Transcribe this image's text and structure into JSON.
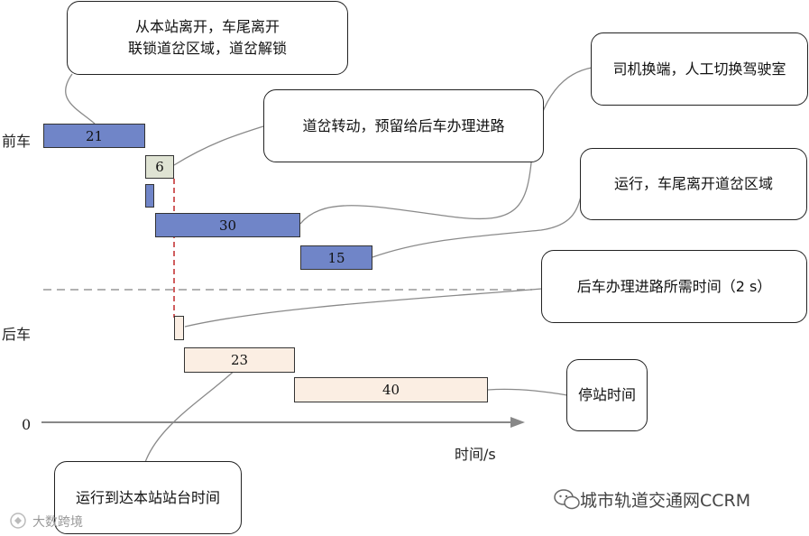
{
  "rows": {
    "front_label": "前车",
    "back_label": "后车",
    "zero_label": "0"
  },
  "axis": {
    "xlabel": "时间/s"
  },
  "bars": {
    "b21": "21",
    "b6": "6",
    "b30": "30",
    "b15": "15",
    "b23": "23",
    "b40": "40"
  },
  "callouts": {
    "leave_station": [
      "从本站离开，车尾离开",
      "联锁道岔区域，道岔解锁"
    ],
    "switch_turn": "道岔转动，预留给后车办理进路",
    "change_cab": "司机换端，人工切换驾驶室",
    "run_clear": "运行，车尾离开道岔区域",
    "route_time": "后车办理进路所需时间（2 s）",
    "dwell": "停站时间",
    "arrive": "运行到达本站站台时间"
  },
  "watermarks": {
    "right": "城市轨道交通网CCRM",
    "left": "大数跨境"
  },
  "colors": {
    "front_bar": "#7085c8",
    "switch_bar": "#dfe3d3",
    "back_bar": "#fbeee3",
    "dashed_red": "#c0282a",
    "divider": "#999999",
    "connector": "#8a8a8a"
  }
}
